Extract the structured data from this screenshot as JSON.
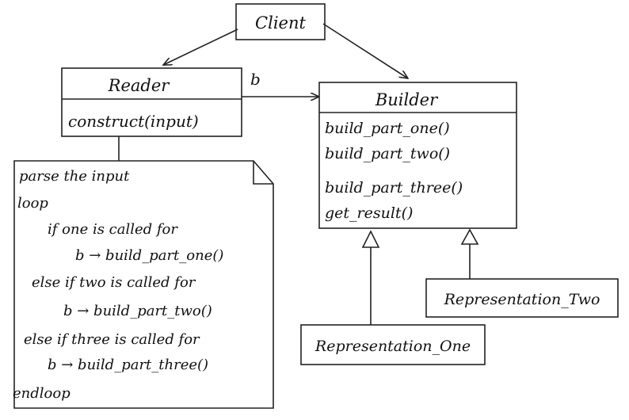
{
  "client": {
    "name": "Client"
  },
  "reader": {
    "name": "Reader",
    "methods": [
      "construct(input)"
    ]
  },
  "association_label": "b",
  "builder": {
    "name": "Builder",
    "methods": [
      "build_part_one()",
      "build_part_two()",
      "build_part_three()",
      "get_result()"
    ]
  },
  "note": {
    "lines": [
      "parse the input",
      "loop",
      "if one is called for",
      "b → build_part_one()",
      "else if two is called for",
      "b → build_part_two()",
      "else if three is called for",
      "b → build_part_three()",
      "endloop"
    ]
  },
  "representation_one": {
    "name": "Representation_One"
  },
  "representation_two": {
    "name": "Representation_Two"
  }
}
